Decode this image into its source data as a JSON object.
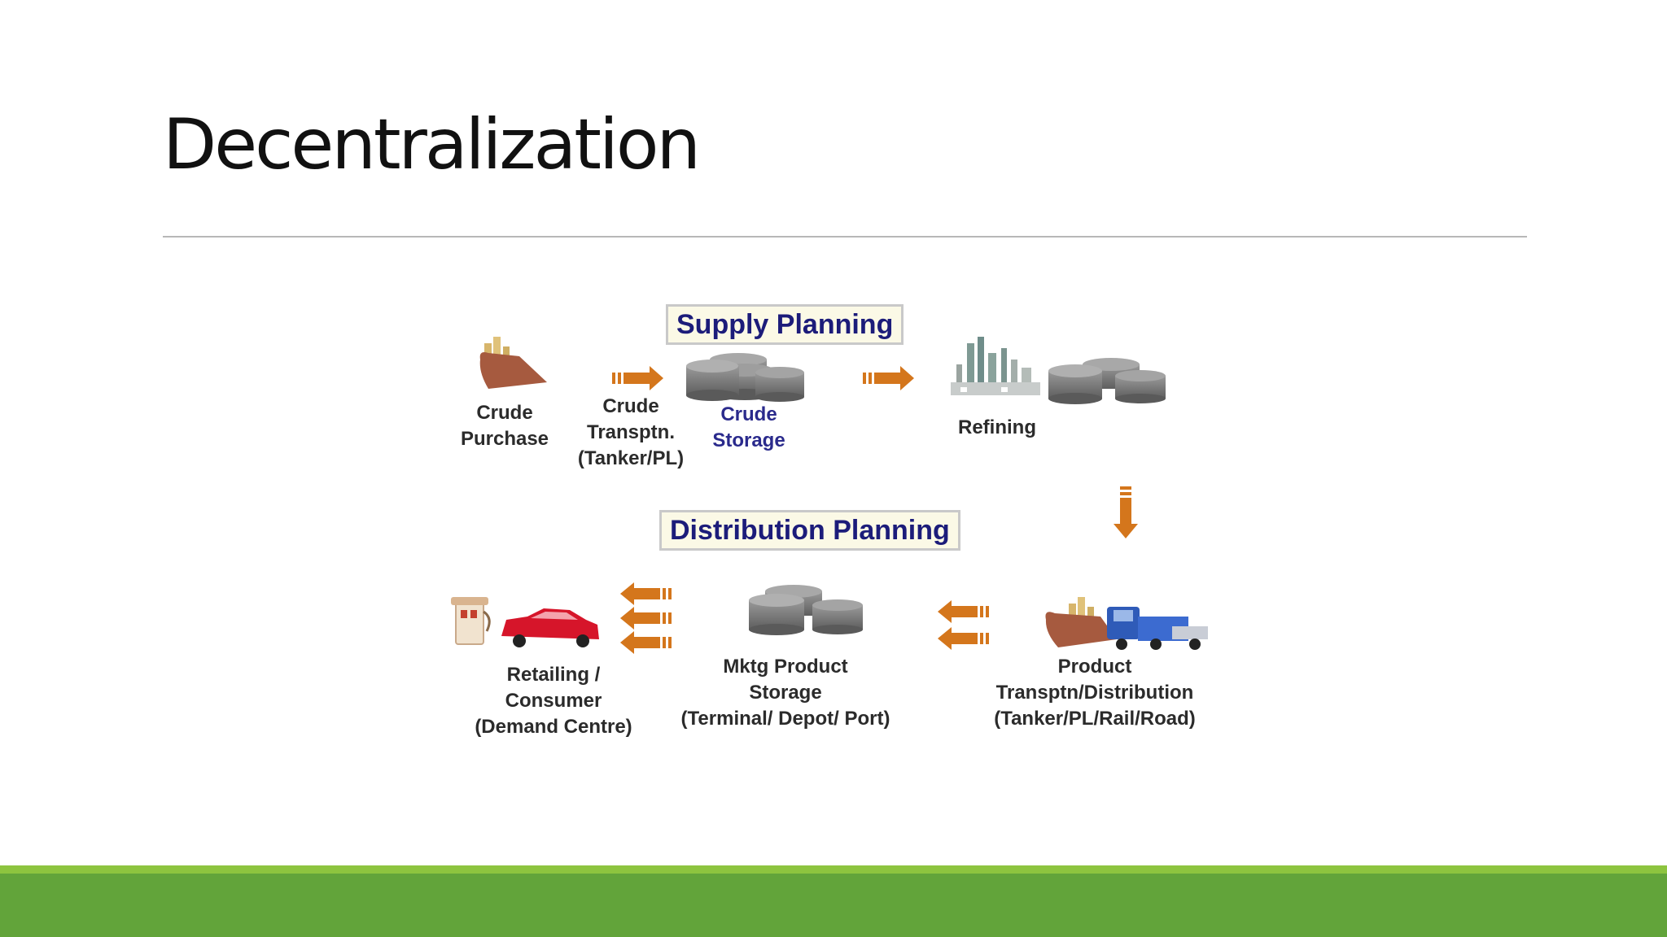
{
  "slide": {
    "title": "Decentralization"
  },
  "diagram": {
    "sections": {
      "supply": "Supply Planning",
      "distribution": "Distribution Planning"
    },
    "nodes": {
      "crude_purchase": "Crude\nPurchase",
      "crude_transport": "Crude\nTransptn.\n(Tanker/PL)",
      "crude_storage": "Crude\nStorage",
      "refining": "Refining",
      "product_transport": "Product\nTransptn/Distribution\n(Tanker/PL/Rail/Road)",
      "mktg_storage": "Mktg Product\nStorage\n(Terminal/ Depot/ Port)",
      "retailing": "Retailing /\nConsumer\n(Demand Centre)"
    },
    "colors": {
      "arrow": "#d4761c",
      "tank": "#8a8a8a",
      "ship": "#a65a3f",
      "accent_label": "#2a2a8c",
      "footer": "#62a43a"
    },
    "icons": [
      "ship-icon",
      "arrow-right-icon",
      "storage-tanks-icon",
      "refinery-icon",
      "arrow-down-icon",
      "arrow-left-icon",
      "truck-icon",
      "fuel-pump-icon",
      "car-icon"
    ]
  }
}
